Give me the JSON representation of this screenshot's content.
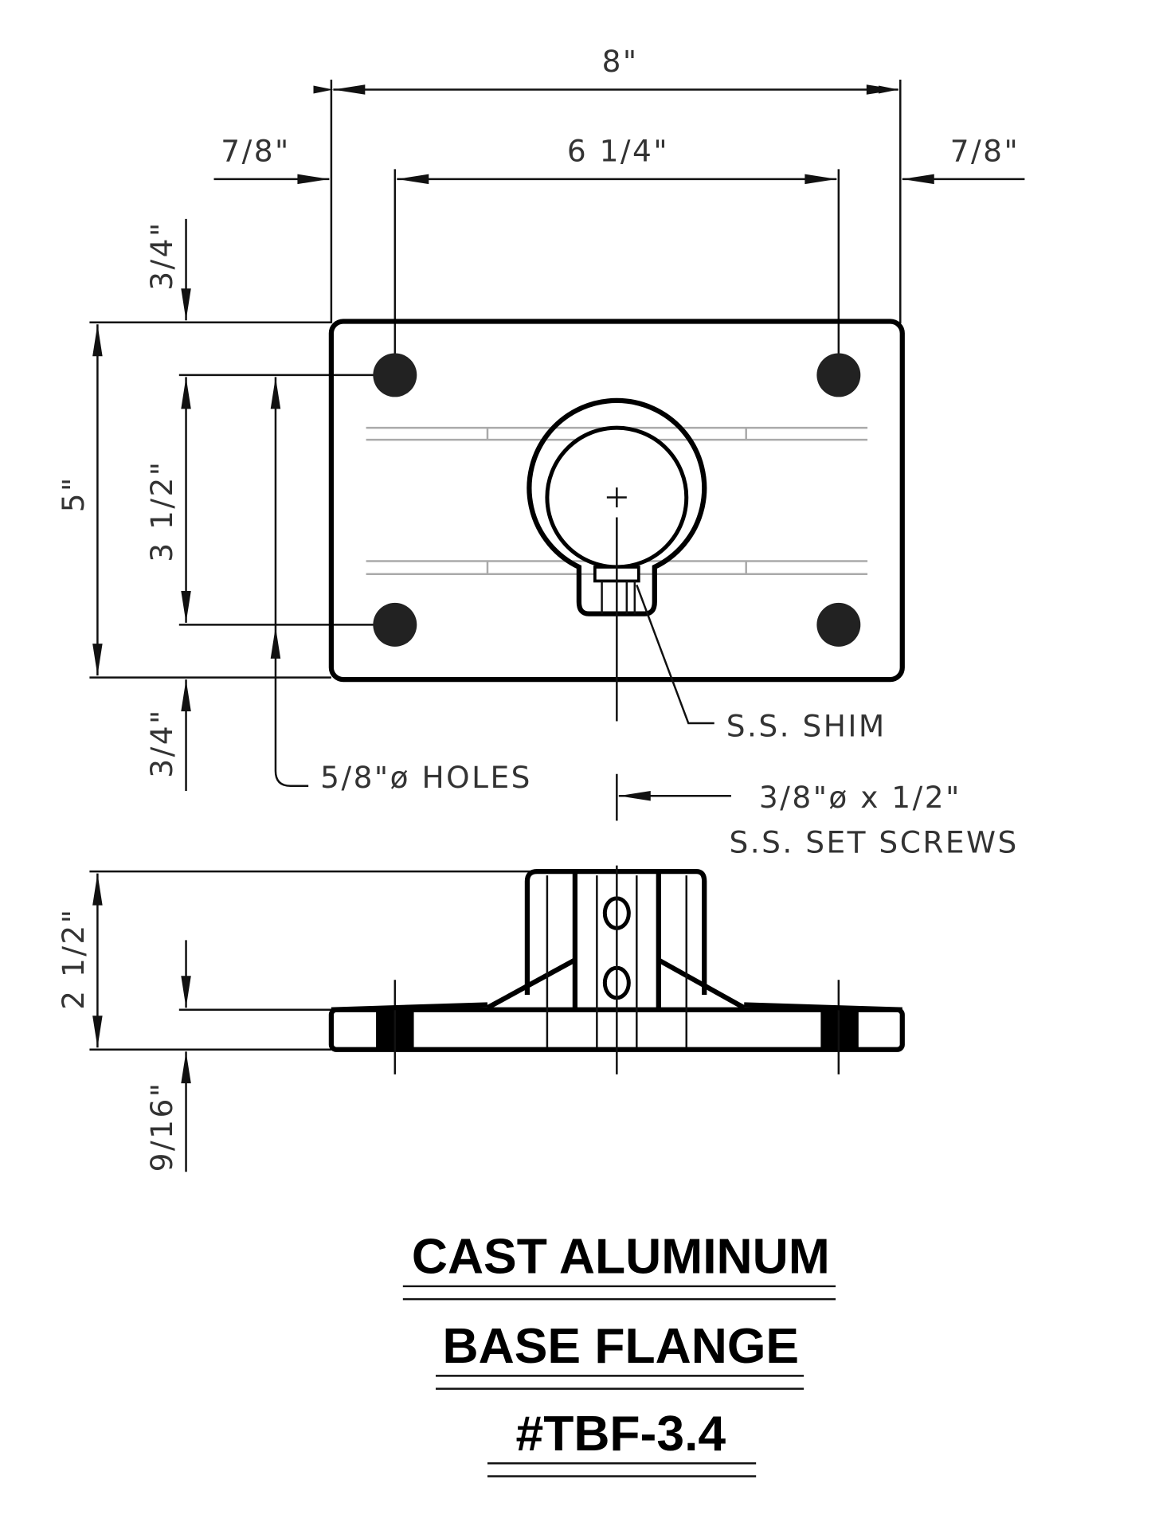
{
  "dimensions": {
    "overall_width": "8\"",
    "hole_spacing_width": "6 1/4\"",
    "edge_left": "7/8\"",
    "edge_right": "7/8\"",
    "overall_depth": "5\"",
    "hole_spacing_depth": "3 1/2\"",
    "edge_top": "3/4\"",
    "edge_bottom": "3/4\"",
    "height": "2 1/2\"",
    "base_thickness": "9/16\""
  },
  "callouts": {
    "shim": "S.S. SHIM",
    "holes": "5/8\"ø HOLES",
    "set_screws_line1": "3/8\"ø x 1/2\"",
    "set_screws_line2": "S.S. SET SCREWS"
  },
  "title": {
    "line1": "CAST ALUMINUM",
    "line2": "BASE FLANGE",
    "part_number": "#TBF-3.4"
  }
}
